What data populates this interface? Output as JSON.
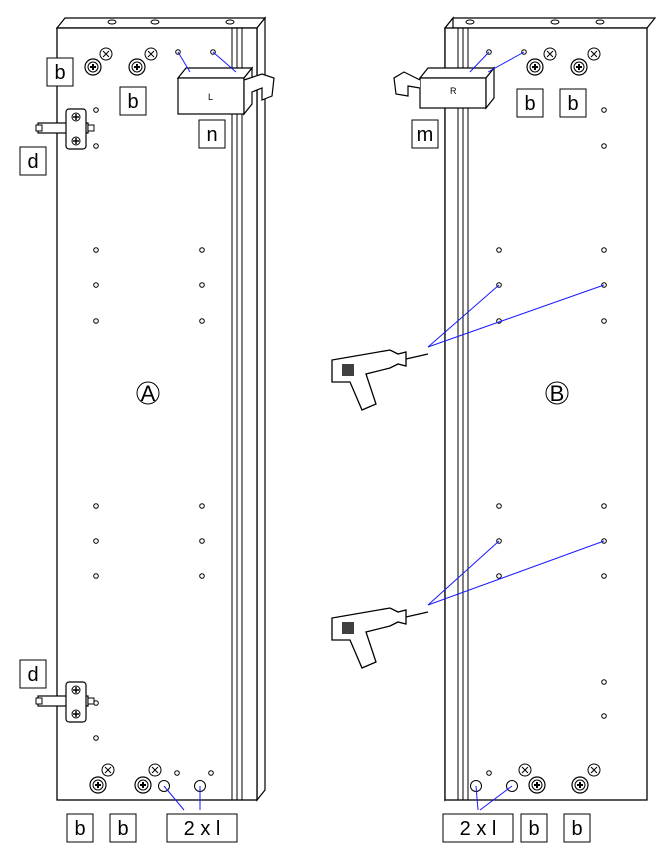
{
  "panels": {
    "left": {
      "symbol": "A",
      "bracket_label": "L"
    },
    "right": {
      "symbol": "B",
      "bracket_label": "R"
    }
  },
  "callouts": {
    "b": "b",
    "d": "d",
    "n": "n",
    "m": "m",
    "l_pair": "2 x l"
  },
  "colors": {
    "leader_line": "#1a1aff",
    "outline": "#000000"
  },
  "icons": [
    "hinge-icon",
    "cam-lock-icon",
    "screw-icon",
    "drill-icon",
    "bracket-icon"
  ]
}
